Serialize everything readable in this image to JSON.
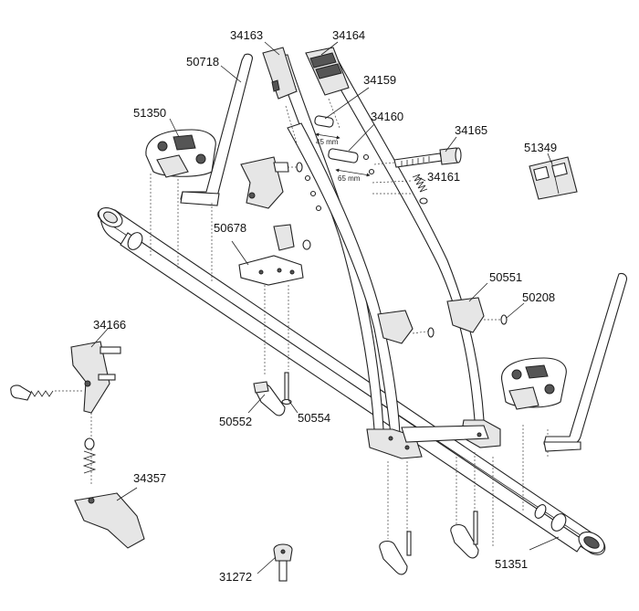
{
  "labels": {
    "p34163": "34163",
    "p34164": "34164",
    "p50718": "50718",
    "p34159": "34159",
    "p51350": "51350",
    "p34160": "34160",
    "p34165": "34165",
    "p51349": "51349",
    "p34161": "34161",
    "p50678": "50678",
    "p50551": "50551",
    "p50208": "50208",
    "p34166": "34166",
    "p50552": "50552",
    "p50554": "50554",
    "p34357": "34357",
    "p51351": "51351",
    "p31272": "31272"
  },
  "dimensions": {
    "d45": "45 mm",
    "d65": "65 mm"
  }
}
